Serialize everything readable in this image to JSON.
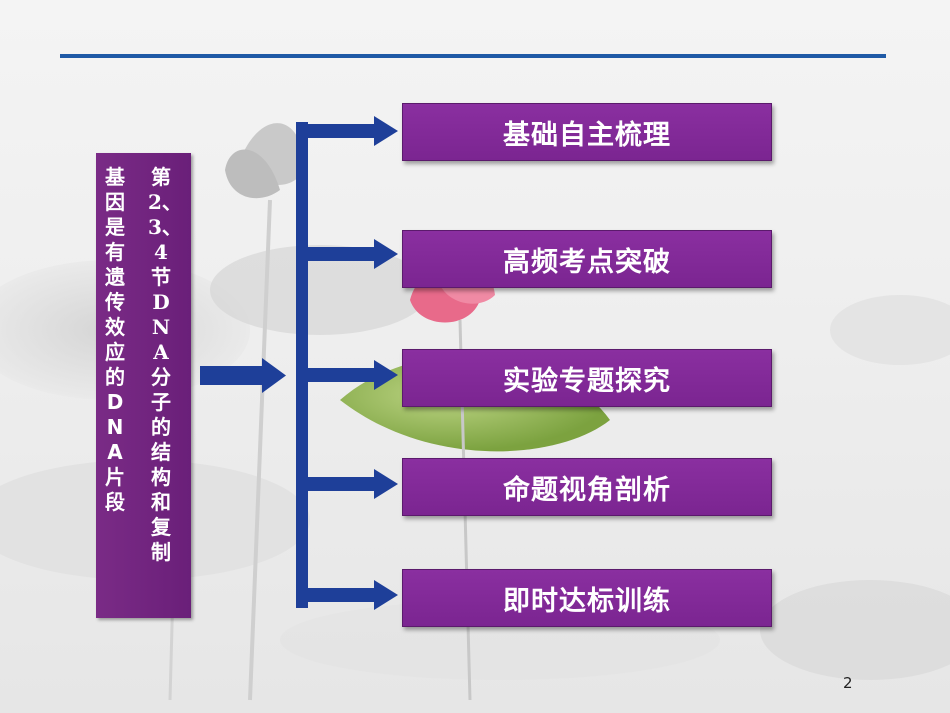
{
  "slide": {
    "title_col1": "基因是有遗传效应的DNA片段",
    "title_col2": "第2、3、4节 DNA分子的结构和复制",
    "page_number": "2"
  },
  "menu": {
    "items": [
      {
        "label": "基础自主梳理"
      },
      {
        "label": "高频考点突破"
      },
      {
        "label": "实验专题探究"
      },
      {
        "label": "命题视角剖析"
      },
      {
        "label": "即时达标训练"
      }
    ]
  },
  "colors": {
    "accent_line": "#1f5aa6",
    "button_bg": "#7b2591",
    "arrow": "#1e3f99"
  }
}
